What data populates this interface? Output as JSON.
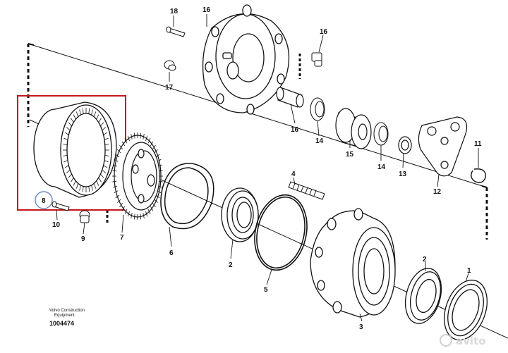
{
  "parts": {
    "p1": "1",
    "p2": "2",
    "p3": "3",
    "p4": "4",
    "p5": "5",
    "p6": "6",
    "p7": "7",
    "p8": "8",
    "p9": "9",
    "p10": "10",
    "p11": "11",
    "p12": "12",
    "p13": "13",
    "p14a": "14",
    "p14b": "14",
    "p15": "15",
    "p16a": "16",
    "p16b": "16",
    "p16c": "16",
    "p17": "17",
    "p18": "18"
  },
  "footer": {
    "brand_line1": "Volvo Construction",
    "brand_line2": "Equipment",
    "drawing_number": "1004474"
  },
  "watermark": "avito",
  "colors": {
    "highlight_box": "#c4161c",
    "highlight_circle": "#6f8fc0",
    "line": "#111111"
  }
}
